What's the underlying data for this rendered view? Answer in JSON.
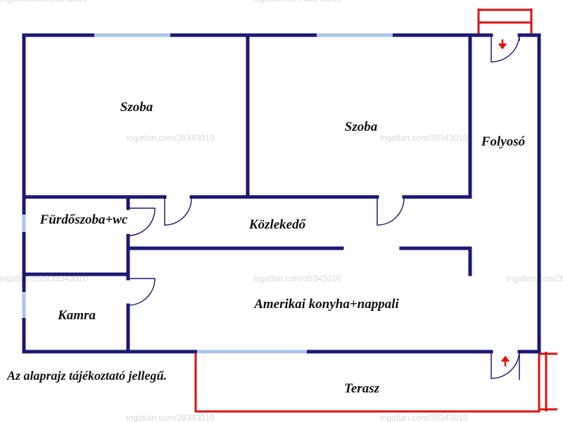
{
  "colors": {
    "wall": "#1a1a73",
    "window": "#a9c6e6",
    "terrace": "#dd1111",
    "arrow": "#dd1111",
    "label": "#111111",
    "watermark": "#d8d8d8"
  },
  "rooms": {
    "bedroom_left": "Szoba",
    "bedroom_right": "Szoba",
    "corridor": "Folyosó",
    "bathroom": "Fürdőszoba+wc",
    "hallway": "Közlekedő",
    "pantry": "Kamra",
    "kitchen_living": "Amerikai konyha+nappali",
    "terrace": "Terasz"
  },
  "note": "Az alaprajz tájékoztató jellegű.",
  "watermark": "ingatlan.com/35343010",
  "icons": [
    "entrance-arrow-down-icon",
    "entrance-arrow-up-icon"
  ]
}
